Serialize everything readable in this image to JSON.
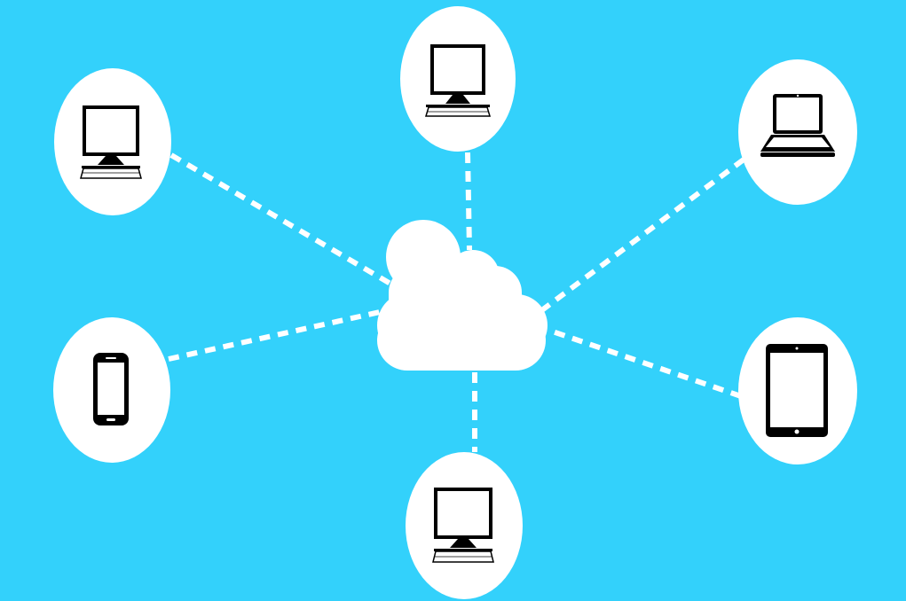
{
  "colors": {
    "background": "#33d1fb",
    "node_fill": "#ffffff",
    "link": "#ffffff",
    "device": "#000000"
  },
  "hub": {
    "icon": "cloud-icon"
  },
  "nodes": [
    {
      "id": "top",
      "icon": "desktop-computer-icon"
    },
    {
      "id": "top-left",
      "icon": "desktop-computer-icon"
    },
    {
      "id": "top-right",
      "icon": "laptop-icon"
    },
    {
      "id": "left",
      "icon": "smartphone-icon"
    },
    {
      "id": "right",
      "icon": "tablet-icon"
    },
    {
      "id": "bottom",
      "icon": "desktop-computer-icon"
    }
  ]
}
